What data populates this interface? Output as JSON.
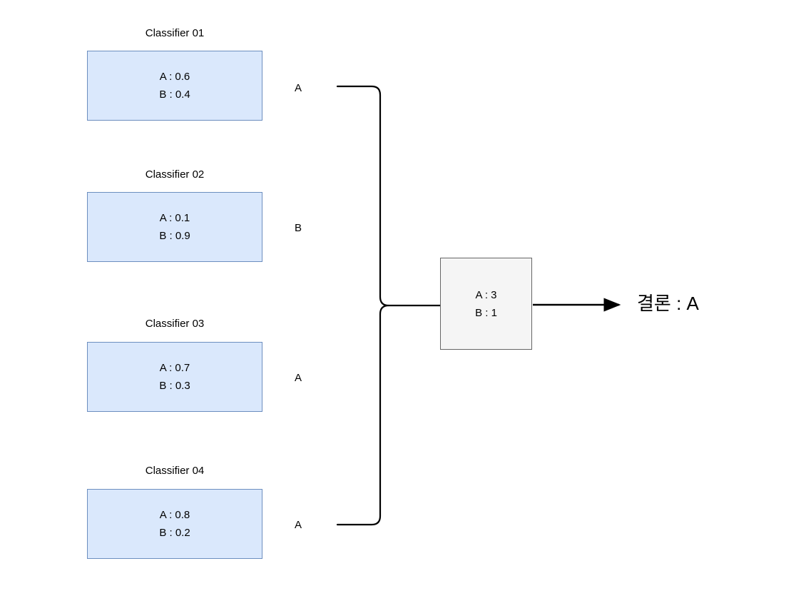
{
  "diagram": {
    "title_visible": false,
    "classifiers": [
      {
        "title": "Classifier 01",
        "score_a": "A : 0.6",
        "score_b": "B : 0.4",
        "vote": "A"
      },
      {
        "title": "Classifier 02",
        "score_a": "A : 0.1",
        "score_b": "B : 0.9",
        "vote": "B"
      },
      {
        "title": "Classifier 03",
        "score_a": "A : 0.7",
        "score_b": "B : 0.3",
        "vote": "A"
      },
      {
        "title": "Classifier 04",
        "score_a": "A : 0.8",
        "score_b": "B : 0.2",
        "vote": "A"
      }
    ],
    "aggregate": {
      "count_a": "A : 3",
      "count_b": "B : 1"
    },
    "conclusion": "결론 : A",
    "colors": {
      "box_fill": "#dae8fc",
      "box_stroke": "#6c8ebf",
      "aggregate_fill": "#f5f5f5",
      "aggregate_stroke": "#666666",
      "connector_stroke": "#000000",
      "text": "#000000",
      "background": "#ffffff"
    }
  },
  "chart_data": {
    "type": "diagram",
    "title": "Ensemble majority voting",
    "nodes": [
      {
        "id": "classifier-01",
        "label": "Classifier 01",
        "values": {
          "A": 0.6,
          "B": 0.4
        },
        "vote": "A"
      },
      {
        "id": "classifier-02",
        "label": "Classifier 02",
        "values": {
          "A": 0.1,
          "B": 0.9
        },
        "vote": "B"
      },
      {
        "id": "classifier-03",
        "label": "Classifier 03",
        "values": {
          "A": 0.7,
          "B": 0.3
        },
        "vote": "A"
      },
      {
        "id": "classifier-04",
        "label": "Classifier 04",
        "values": {
          "A": 0.8,
          "B": 0.2
        },
        "vote": "A"
      },
      {
        "id": "aggregate",
        "label": "A : 3 / B : 1",
        "values": {
          "A": 3,
          "B": 1
        }
      },
      {
        "id": "conclusion",
        "label": "결론 : A"
      }
    ],
    "edges": [
      {
        "from": "classifier-01",
        "to": "aggregate",
        "label": "A"
      },
      {
        "from": "classifier-02",
        "to": "aggregate",
        "label": "B"
      },
      {
        "from": "classifier-03",
        "to": "aggregate",
        "label": "A"
      },
      {
        "from": "classifier-04",
        "to": "aggregate",
        "label": "A"
      },
      {
        "from": "aggregate",
        "to": "conclusion",
        "label": ""
      }
    ]
  }
}
